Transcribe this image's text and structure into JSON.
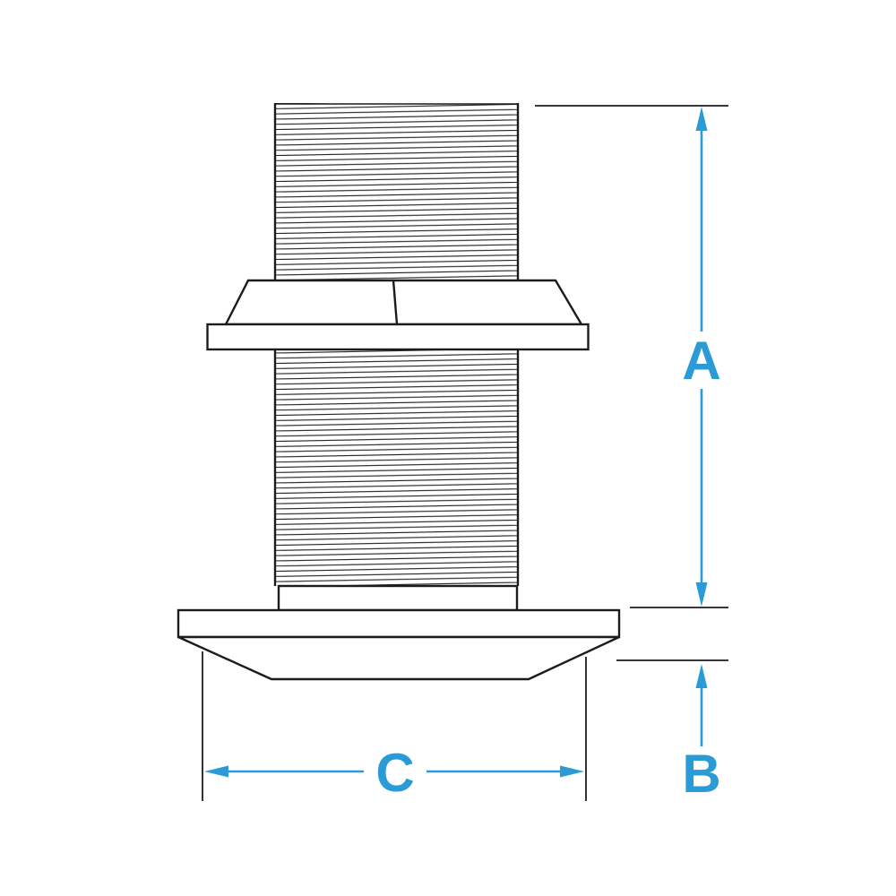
{
  "drawing": {
    "background_color": "#ffffff",
    "line_color": "#1c1c1e",
    "dimension_color": "#2b9bd7",
    "labels": {
      "a": "A",
      "b": "B",
      "c": "C"
    }
  }
}
